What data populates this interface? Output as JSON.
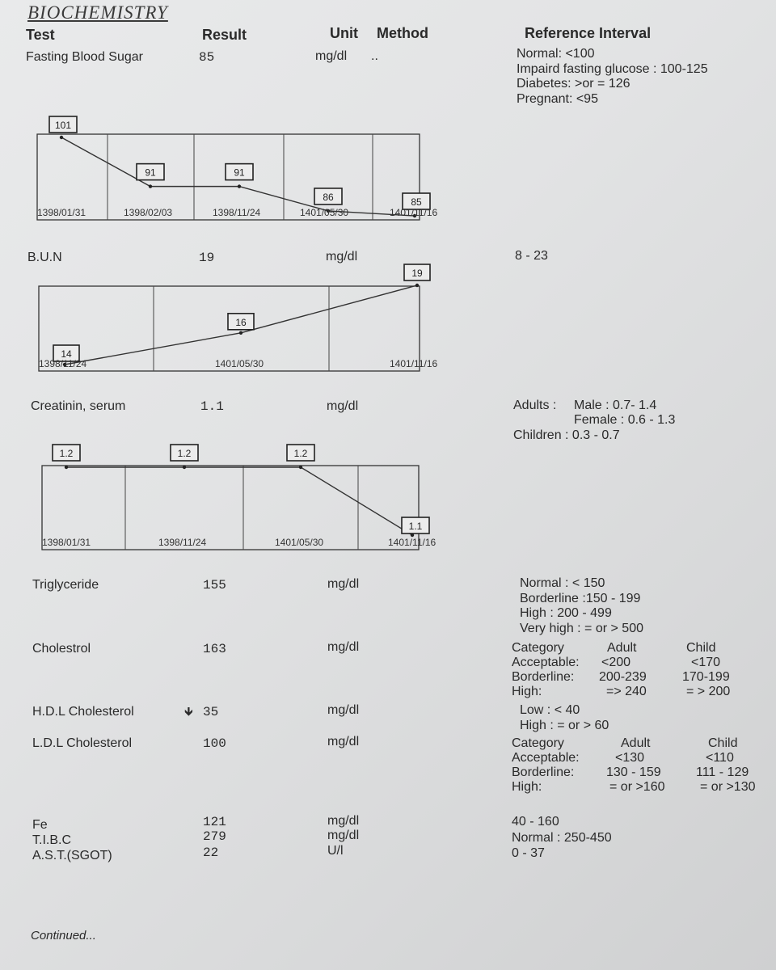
{
  "section": "BIOCHEMISTRY",
  "headers": {
    "test": "Test",
    "result": "Result",
    "unit": "Unit",
    "method": "Method",
    "reference": "Reference Interval"
  },
  "fbs": {
    "name": "Fasting Blood Sugar",
    "result": "85",
    "unit": "mg/dl",
    "method": "..",
    "ref": [
      "Normal:  <100",
      "Impaird fasting glucose : 100-125",
      "Diabetes: >or = 126",
      "Pregnant: <95"
    ]
  },
  "bun": {
    "name": "B.U.N",
    "result": "19",
    "unit": "mg/dl",
    "ref": "8 - 23"
  },
  "creatinin": {
    "name": "Creatinin, serum",
    "result": "1.1",
    "unit": "mg/dl",
    "ref_adults_label": "Adults :",
    "ref_male": "Male :  0.7- 1.4",
    "ref_female": "Female : 0.6 - 1.3",
    "ref_children": "Children : 0.3 - 0.7"
  },
  "triglyceride": {
    "name": "Triglyceride",
    "result": "155",
    "unit": "mg/dl",
    "ref": [
      "Normal  : < 150",
      "Borderline  :150 - 199",
      "High  : 200 - 499",
      "Very high  : = or  > 500"
    ]
  },
  "cholestrol": {
    "name": "Cholestrol",
    "result": "163",
    "unit": "mg/dl",
    "ref_table": {
      "header": [
        "Category",
        "Adult",
        "Child"
      ],
      "rows": [
        [
          "Acceptable:",
          "<200",
          "<170"
        ],
        [
          "Borderline:",
          "200-239",
          "170-199"
        ],
        [
          "High:",
          "=> 240",
          "= > 200"
        ]
      ]
    }
  },
  "hdl": {
    "name": "H.D.L  Cholesterol",
    "flag": "🡻",
    "result": "35",
    "unit": "mg/dl",
    "ref": [
      "Low  : < 40",
      "High : = or > 60"
    ]
  },
  "ldl": {
    "name": "L.D.L Cholesterol",
    "result": "100",
    "unit": "mg/dl",
    "ref_table": {
      "header": [
        "Category",
        "Adult",
        "Child"
      ],
      "rows": [
        [
          "Acceptable:",
          "<130",
          "<110"
        ],
        [
          "Borderline:",
          "130 - 159",
          "111 - 129"
        ],
        [
          "High:",
          "= or >160",
          "= or >130"
        ]
      ]
    }
  },
  "fe": {
    "name": "Fe",
    "result": "121",
    "unit": "mg/dl",
    "ref": "40 - 160"
  },
  "tibc": {
    "name": "T.I.B.C",
    "result": "279",
    "unit": "mg/dl",
    "ref": "Normal : 250-450"
  },
  "ast": {
    "name": "A.S.T.(SGOT)",
    "result": "22",
    "unit": "U/l",
    "ref": "0 - 37"
  },
  "footer": "Continued...",
  "chart_data": [
    {
      "type": "line",
      "categories": [
        "1398/01/31",
        "1398/02/03",
        "1398/11/24",
        "1401/05/30",
        "1401/11/16"
      ],
      "values": [
        101,
        91,
        91,
        86,
        85
      ],
      "labels": [
        "101",
        "91",
        "91",
        "86",
        "85"
      ]
    },
    {
      "type": "line",
      "categories": [
        "1398/11/24",
        "1401/05/30",
        "1401/11/16"
      ],
      "values": [
        14,
        16,
        19
      ],
      "labels": [
        "14",
        "16",
        "19"
      ]
    },
    {
      "type": "line",
      "categories": [
        "1398/01/31",
        "1398/11/24",
        "1401/05/30",
        "1401/11/16"
      ],
      "values": [
        1.2,
        1.2,
        1.2,
        1.1
      ],
      "labels": [
        "1.2",
        "1.2",
        "1.2",
        "1.1"
      ]
    }
  ]
}
